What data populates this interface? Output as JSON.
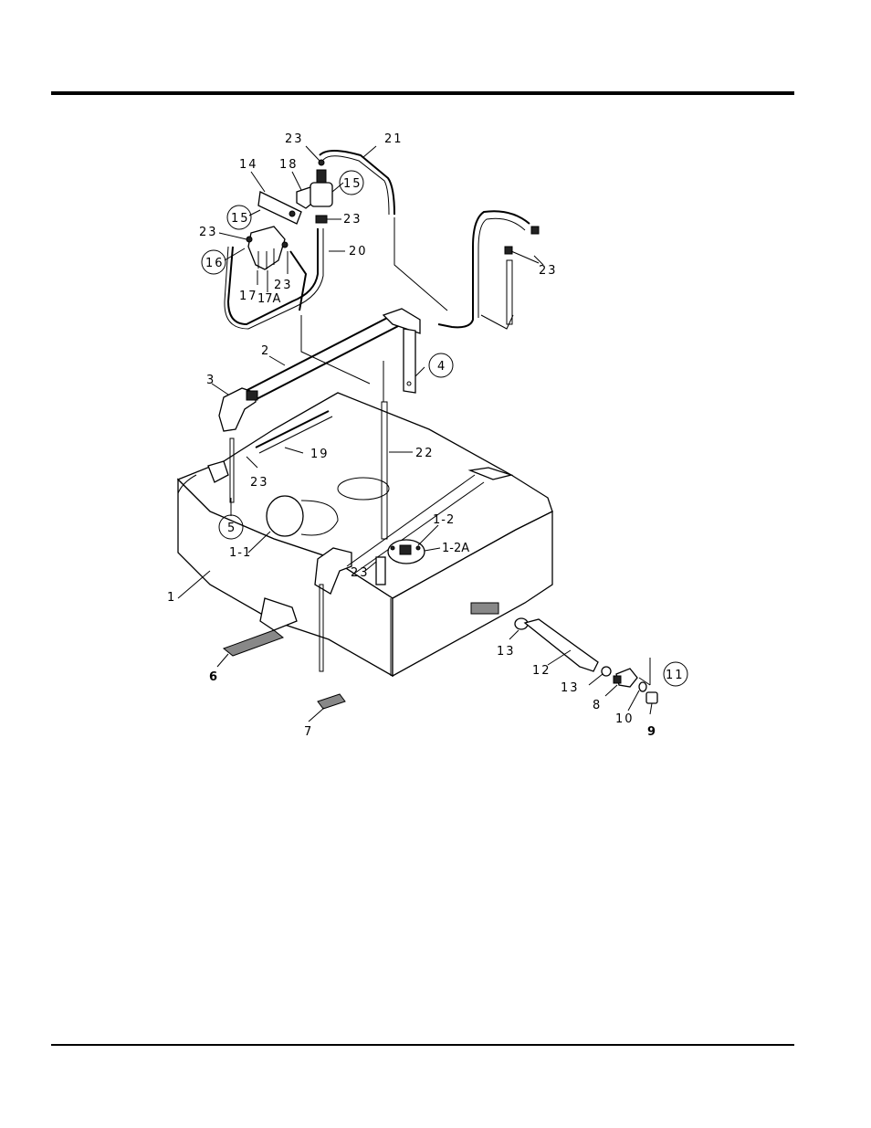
{
  "diagram": {
    "callouts": {
      "c23_top": "23",
      "c21": "21",
      "c14": "14",
      "c18": "18",
      "c15_a": "15",
      "c15_b": "15",
      "c23_mid": "23",
      "c23_left": "23",
      "c20": "20",
      "c16": "16",
      "c23_filter": "23",
      "c17": "17",
      "c17a": "17A",
      "c23_right": "23",
      "c2": "2",
      "c4": "4",
      "c3": "3",
      "c19": "19",
      "c22": "22",
      "c23_strap": "23",
      "c5": "5",
      "c1_2": "1-2",
      "c1_1": "1-1",
      "c1_2a": "1-2A",
      "c23_pickup": "23",
      "c1": "1",
      "c13_a": "13",
      "c12": "12",
      "c11": "11",
      "c13_b": "13",
      "c8": "8",
      "c10": "10",
      "c6": "6",
      "c9": "9",
      "c7": "7"
    }
  }
}
